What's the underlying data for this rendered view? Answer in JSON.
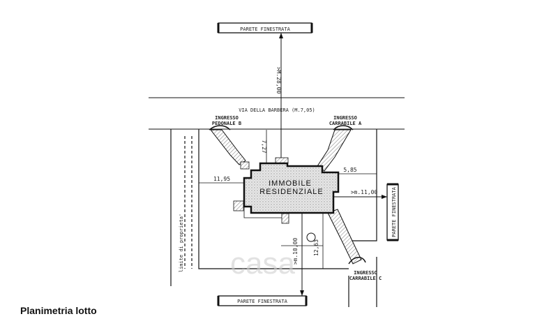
{
  "caption": "Planimetria lotto",
  "watermark": "casa",
  "labels": {
    "wall_top": "PARETE FINESTRATA",
    "wall_bottom": "PARETE FINESTRATA",
    "wall_right": "PARETE FINESTRATA",
    "street": "VIA DELLA BARBERA  (M.7,05)",
    "entry_b_1": "INGRESSO",
    "entry_b_2": "PEDONALE  B",
    "entry_a_1": "INGRESSO",
    "entry_a_2": "CARRABILE  A",
    "entry_c_1": "INGRESSO",
    "entry_c_2": "CARRABILE  C",
    "building_1": "IMMOBILE",
    "building_2": "RESIDENZIALE",
    "property_limit": "limite di proprieta'",
    "dim_top": ">M.28,00",
    "dim_727": "7,27",
    "dim_585": "5,85",
    "dim_1195": "11,95",
    "dim_right": ">m.11,00",
    "dim_1000": ">m.10,00",
    "dim_1263": "12,63"
  },
  "colors": {
    "ink": "#1a1a1a",
    "hatch": "#c8c8c8",
    "building": "#e4e4e4"
  }
}
